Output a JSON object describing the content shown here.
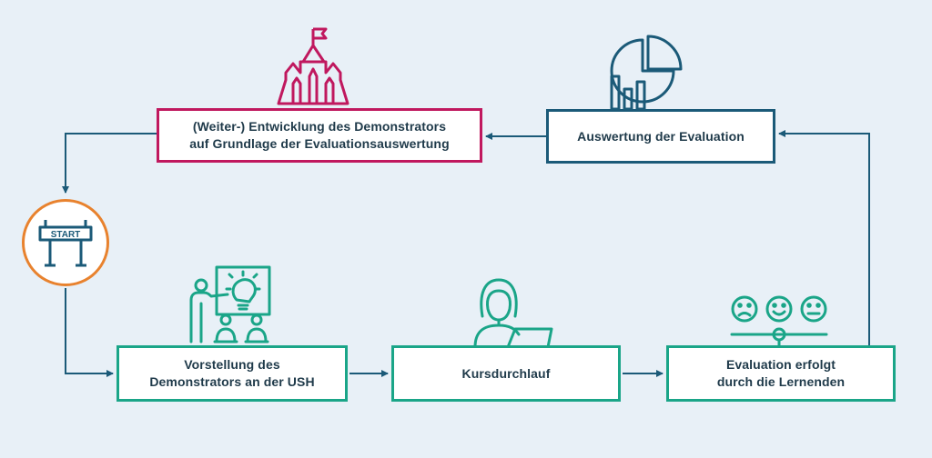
{
  "colors": {
    "teal": "#1aa588",
    "navy": "#1b5a78",
    "magenta": "#c0185e",
    "orange": "#e8822e",
    "text": "#1f3a4a"
  },
  "boxes": {
    "develop": {
      "line1": "(Weiter-) Entwicklung des Demonstrators",
      "line2": "auf Grundlage der Evaluationsauswertung"
    },
    "analysis": {
      "line1": "Auswertung der Evaluation"
    },
    "presentation": {
      "line1": "Vorstellung des",
      "line2": "Demonstrators an der USH"
    },
    "course": {
      "line1": "Kursdurchlauf"
    },
    "evaluation": {
      "line1": "Evaluation erfolgt",
      "line2": "durch die Lernenden"
    }
  },
  "start": {
    "label": "START"
  },
  "icons": {
    "develop": "castle-with-flag-icon",
    "analysis": "chart-analysis-icon",
    "start": "start-gate-icon",
    "presentation": "presenter-lightbulb-icon",
    "course": "learner-laptop-icon",
    "evaluation": "feedback-smileys-icon"
  }
}
